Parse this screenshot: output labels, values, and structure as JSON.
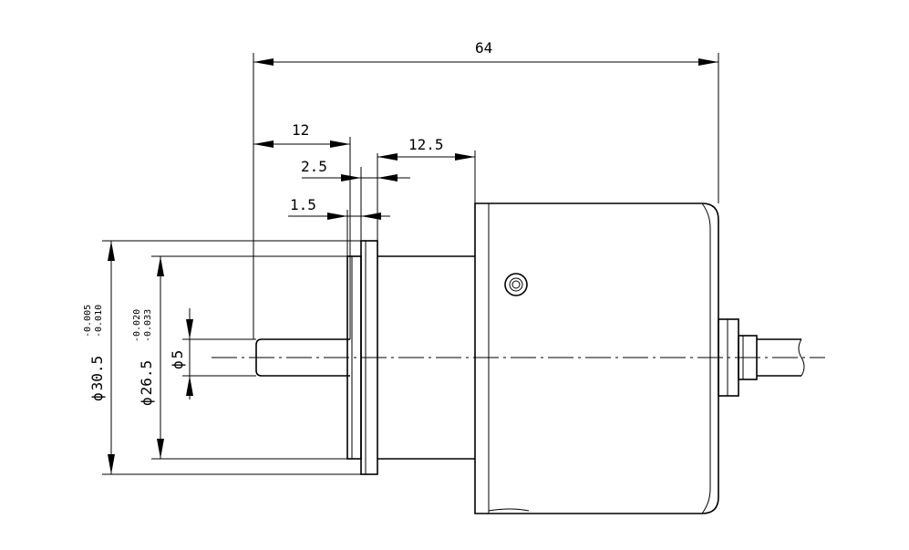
{
  "dimensions": {
    "overall_length": "64",
    "shaft_length": "12",
    "flange_thickness": "2.5",
    "pilot_thickness": "1.5",
    "housing_offset": "12.5",
    "outer_diameter": {
      "symbol": "ϕ",
      "value": "30.5",
      "upper_tol": "-0.005",
      "lower_tol": "-0.010"
    },
    "pilot_diameter": {
      "symbol": "ϕ",
      "value": "26.5",
      "upper_tol": "-0.020",
      "lower_tol": "-0.033"
    },
    "shaft_diameter": {
      "symbol": "ϕ",
      "value": "5"
    }
  }
}
